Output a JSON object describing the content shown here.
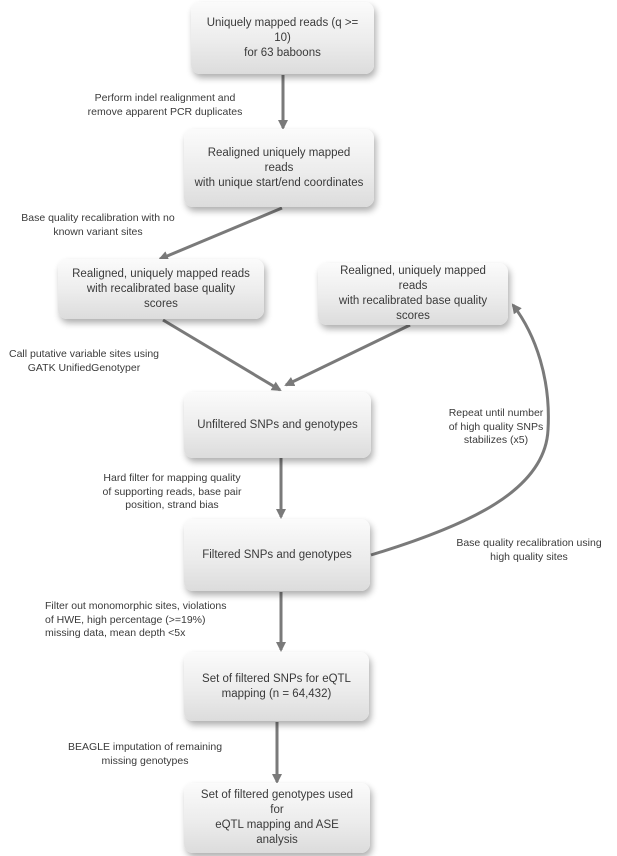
{
  "boxes": {
    "uniquely_mapped": "Uniquely mapped reads (q >= 10)\nfor 63 baboons",
    "realigned_unique": "Realigned uniquely mapped reads\nwith unique start/end coordinates",
    "recal_left": "Realigned, uniquely mapped reads\nwith recalibrated base quality\nscores",
    "recal_right": "Realigned, uniquely mapped reads\nwith recalibrated base quality\nscores",
    "unfiltered": "Unfiltered SNPs and genotypes",
    "filtered": "Filtered SNPs and genotypes",
    "set_snps": "Set of filtered SNPs for eQTL\nmapping (n = 64,432)",
    "set_genotypes": "Set of filtered genotypes used for\neQTL mapping and ASE analysis"
  },
  "notes": {
    "indel": "Perform indel realignment and\nremove apparent PCR duplicates",
    "bqsr_none": "Base quality recalibration with no\nknown variant sites",
    "call": "Call putative variable sites using\nGATK UnifiedGenotyper",
    "hard_filter": "Hard filter for mapping quality\nof supporting reads, base pair\nposition, strand bias",
    "repeat": "Repeat until number\nof high quality SNPs\nstabilizes (x5)",
    "bqsr_high": "Base quality recalibration using\nhigh quality sites",
    "filter_out": "Filter out monomorphic sites, violations\nof HWE, high percentage (>=19%)\nmissing data, mean depth <5x",
    "beagle": "BEAGLE imputation of remaining\nmissing genotypes"
  }
}
